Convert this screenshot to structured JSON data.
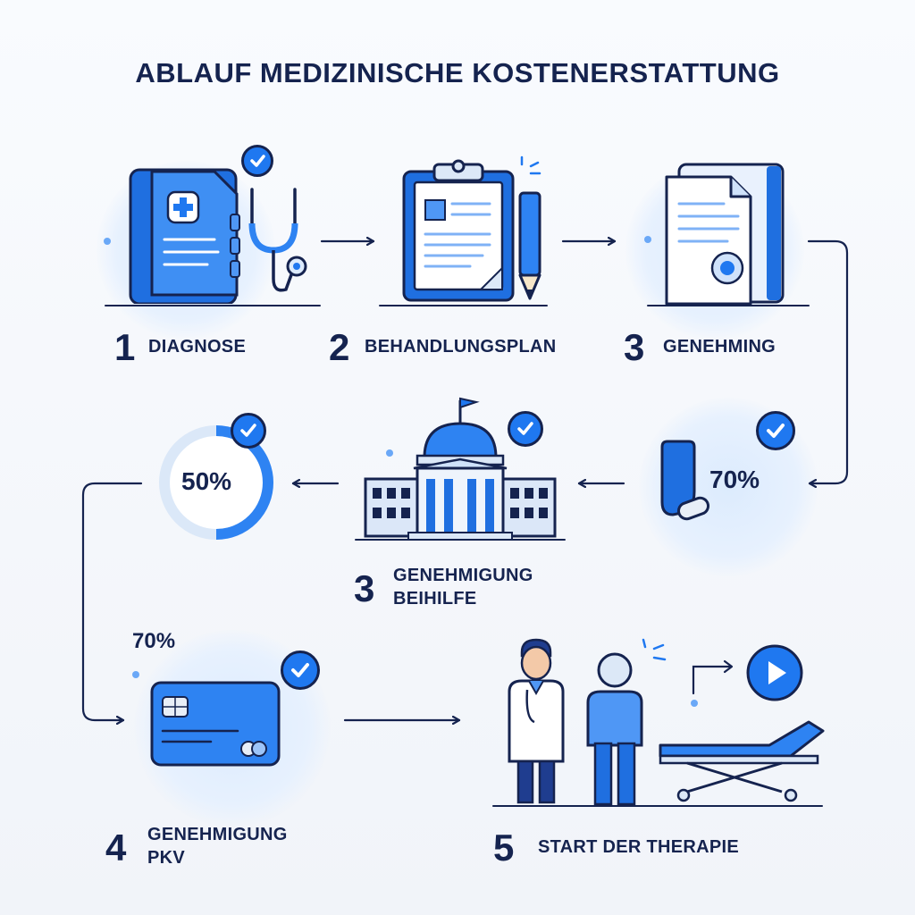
{
  "title": "ABLAUF MEDIZINISCHE KOSTENERSTATTUNG",
  "steps": [
    {
      "number": "1",
      "label": "DIAGNOSE"
    },
    {
      "number": "2",
      "label": "BEHANDLUNGSPLAN"
    },
    {
      "number": "3",
      "label": "GENEHMING"
    },
    {
      "number": "3",
      "label_line1": "GENEHMIGUNG",
      "label_line2": "BEIHILFE"
    },
    {
      "number": "4",
      "label_line1": "GENEHMIGUNG",
      "label_line2": "PKV"
    },
    {
      "number": "5",
      "label": "START DER THERAPIE"
    }
  ],
  "percentages": {
    "beihilfe_ring": "50%",
    "insurance_badge": "70%",
    "pkv_card": "70%"
  },
  "colors": {
    "primary_blue": "#1f78f0",
    "dark_navy": "#15234f",
    "light_blue": "#dcebfd",
    "mid_blue": "#4f97f5"
  },
  "icons": [
    "medical-folder-icon",
    "stethoscope-icon",
    "clipboard-icon",
    "pencil-icon",
    "approval-document-icon",
    "government-building-icon",
    "progress-ring-icon",
    "insurance-card-icon",
    "credit-card-icon",
    "doctor-icon",
    "patient-icon",
    "treatment-bed-icon",
    "play-button-icon",
    "check-badge-icon"
  ]
}
